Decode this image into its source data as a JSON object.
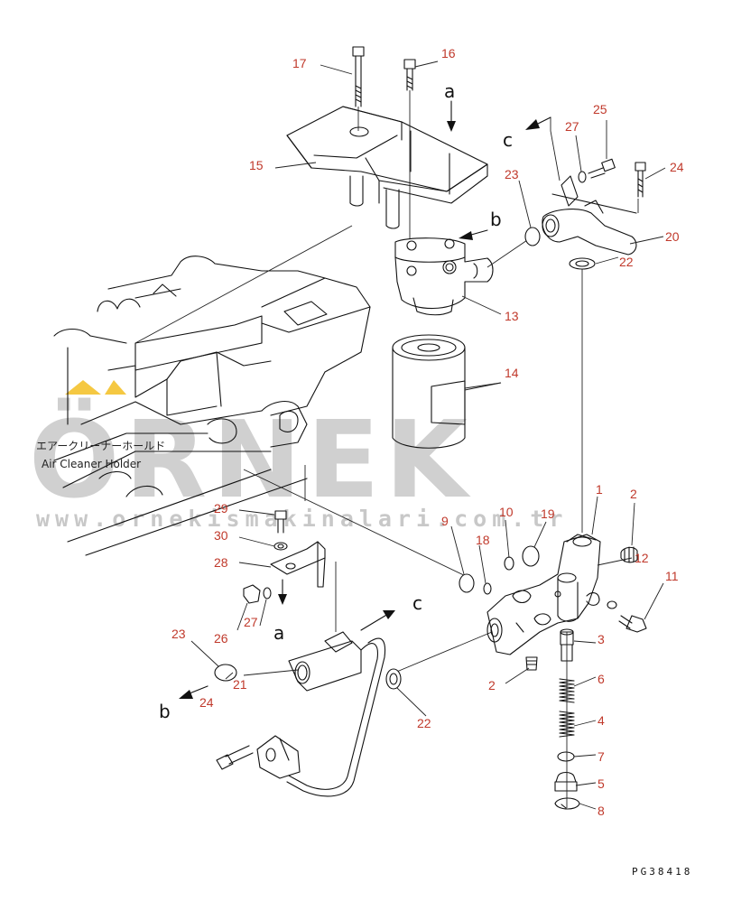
{
  "drawing_code": "PG38418",
  "engine_label_jp": "エアークリーナーホールド",
  "engine_label_en": "Air Cleaner Holder",
  "watermark": {
    "brand": "ÖRNEK",
    "url": "www.ornekismakinalari.com.tr",
    "color": "#c8c8c8",
    "accent": "#f5c842"
  },
  "callout_color": "#c0392b",
  "view_letters": [
    "a",
    "a",
    "b",
    "b",
    "c",
    "c"
  ],
  "part_numbers": [
    "1",
    "2",
    "2",
    "3",
    "4",
    "5",
    "6",
    "7",
    "8",
    "9",
    "10",
    "11",
    "12",
    "13",
    "14",
    "15",
    "16",
    "17",
    "18",
    "19",
    "20",
    "21",
    "22",
    "22",
    "23",
    "23",
    "24",
    "24",
    "25",
    "26",
    "27",
    "27",
    "28",
    "29",
    "30"
  ]
}
